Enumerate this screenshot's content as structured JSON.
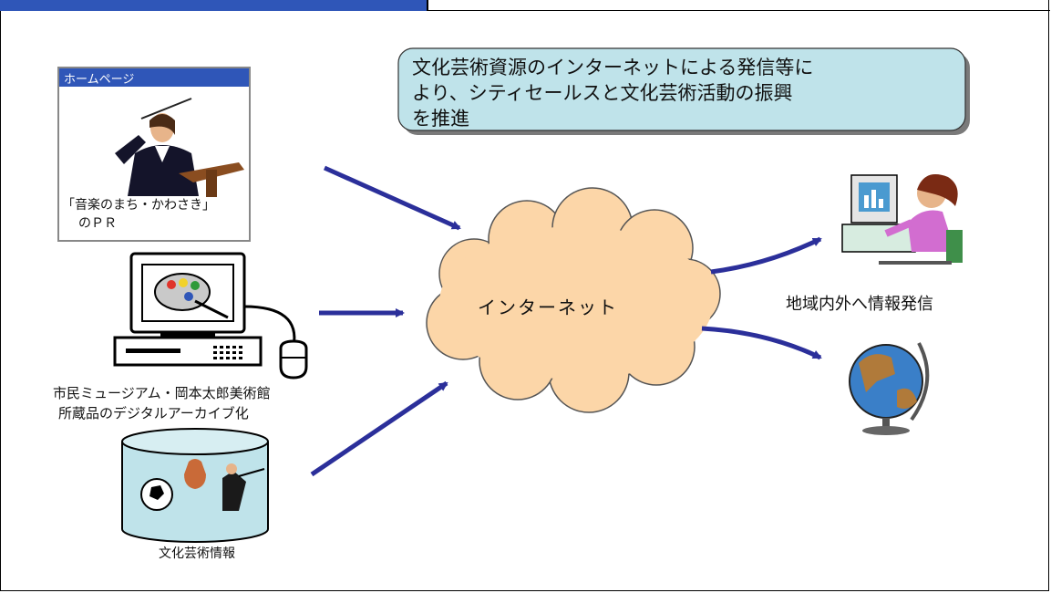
{
  "diagram": {
    "callout_lines": [
      "文化芸術資源のインターネットによる発信等に",
      "より、シティセールスと文化芸術活動の振興",
      "を推進"
    ],
    "homepage_header": "ホームページ",
    "homepage_caption_line1": "「音楽のまち・かわさき」",
    "homepage_caption_line2": "のＰＲ",
    "archive_caption_line1": "市民ミュージアム・岡本太郎美術館",
    "archive_caption_line2": "所蔵品のデジタルアーカイブ化",
    "database_caption": "文化芸術情報",
    "cloud_label": "インターネット",
    "output_caption": "地域内外へ情報発信"
  },
  "colors": {
    "arrow": "#2b2f9a",
    "cloud_fill": "#fcd6a8",
    "callout_fill": "#bfe3ea",
    "header_blue": "#2f56b8"
  }
}
